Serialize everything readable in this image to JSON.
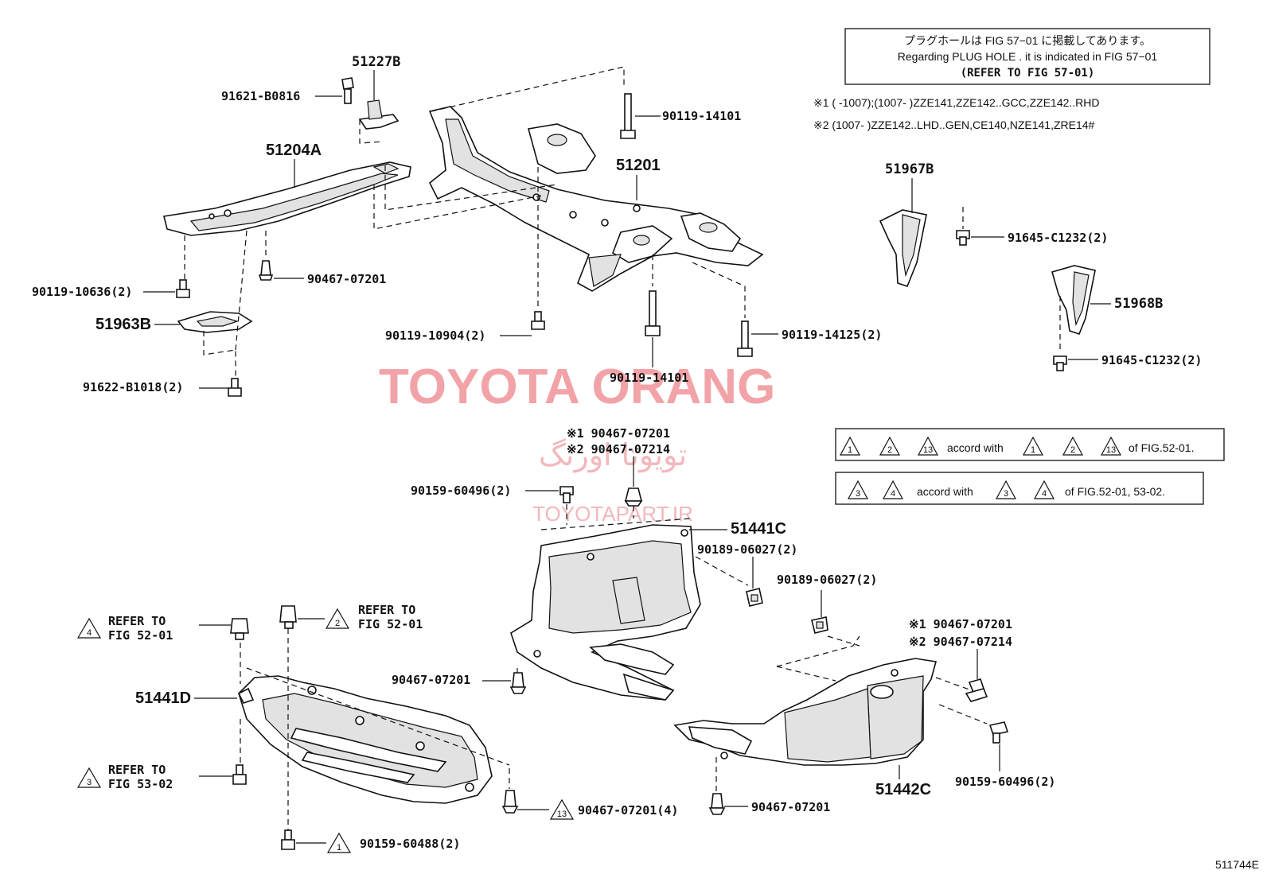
{
  "notes": {
    "plug_hole_jp": "プラグホールは FIG 57−01 に掲載してあります。",
    "plug_hole_en": "Regarding PLUG HOLE . it is indicated in FIG 57−01",
    "plug_hole_ref": "(REFER TO FIG 57-01)",
    "apply1": "※1 (      -1007);(1007-      )ZZE141,ZZE142..GCC,ZZE142..RHD",
    "apply2": "※2 (1007-      )ZZE142..LHD..GEN,CE140,NZE141,ZRE14#"
  },
  "accord_boxes": [
    {
      "marks": [
        "1",
        "2",
        "13"
      ],
      "text": "accord with",
      "ref": "of FIG.52-01."
    },
    {
      "marks": [
        "3",
        "4"
      ],
      "text": "accord with",
      "ref": "of FIG.52-01, 53-02."
    }
  ],
  "watermark": {
    "brand": "TOYOTA ORANG",
    "brand_fa": "تویوتا اورنگ",
    "url": "TOYOTAPART.IR"
  },
  "parts": {
    "p51227B": "51227B",
    "p91621": "91621-B0816",
    "p51204A": "51204A",
    "p90119_14101_top": "90119-14101",
    "p51201": "51201",
    "p51967B": "51967B",
    "p91645_a": "91645-C1232(2)",
    "p51968B": "51968B",
    "p91645_b": "91645-C1232(2)",
    "p90119_10636": "90119-10636(2)",
    "p90467_07201_a": "90467-07201",
    "p51963B": "51963B",
    "p90119_10904": "90119-10904(2)",
    "p90119_14125": "90119-14125(2)",
    "p90119_14101_bot": "90119-14101",
    "p91622": "91622-B1018(2)",
    "p90467_07201_s1": "※1 90467-07201",
    "p90467_07214_s2": "※2 90467-07214",
    "p90159_60496_a": "90159-60496(2)",
    "p51441C": "51441C",
    "p90189_a": "90189-06027(2)",
    "p90189_b": "90189-06027(2)",
    "p90467_07201_s1b": "※1 90467-07201",
    "p90467_07214_s2b": "※2 90467-07214",
    "p90467_07201_mid": "90467-07201",
    "p51441D": "51441D",
    "p51442C": "51442C",
    "p90159_60496_b": "90159-60496(2)",
    "p90467_07201_4": "90467-07201(4)",
    "p90467_07201_bot": "90467-07201",
    "p90159_60488": "90159-60488(2)"
  },
  "refers": [
    {
      "mark": "4",
      "line1": "REFER TO",
      "line2": "FIG 52-01"
    },
    {
      "mark": "2",
      "line1": "REFER TO",
      "line2": "FIG 52-01"
    },
    {
      "mark": "3",
      "line1": "REFER TO",
      "line2": "FIG 53-02"
    }
  ],
  "marks": {
    "m13": "13",
    "m1": "1"
  },
  "figure_id": "511744E"
}
